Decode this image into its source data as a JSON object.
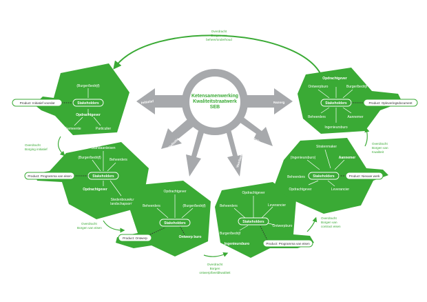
{
  "center": {
    "line1": "Ketensamenwerking",
    "line2": "Kwaliteitstraatwerk",
    "line3": "SEB"
  },
  "arrows": [
    "Initiatief",
    "Nazorg",
    "Definitie",
    "Ontwerp",
    "Voorbereiding",
    "Realisatie"
  ],
  "top_transfer": {
    "l1": "Overdracht",
    "l2": "Borgen van",
    "l3": "beheer/onderhoud"
  },
  "panels": [
    {
      "id": "initiatief",
      "stake": "Stakeholders",
      "roles": [
        "(Burger/bedrijf)",
        "Opdrachtgever",
        "Gemeente",
        "Particulier"
      ],
      "product": "Product: Initiatief voordat"
    },
    {
      "id": "definitie",
      "stake": "Stakeholders",
      "roles": [
        "Standaardeisen",
        "(Burger/bedrijf)",
        "Beheerders",
        "Opdrachtgever",
        "Stedenbouwkundige/",
        "landschapsontwerper"
      ],
      "product": "Product: Programma van eisen"
    },
    {
      "id": "ontwerp",
      "stake": "Stakeholders",
      "roles": [
        "Opdrachtgever",
        "Beheerders",
        "(Burger/bedrijf)",
        "Ontwerp buro"
      ],
      "product": "Product: Ontwerp"
    },
    {
      "id": "voorbereiding",
      "stake": "Stakeholders",
      "roles": [
        "Opdrachtgever",
        "Beheerders",
        "Leverancier",
        "Ontwerpburo",
        "Burger/bedrijf",
        "Ingenieursburo"
      ],
      "product": "Product: Programma van eisen"
    },
    {
      "id": "realisatie",
      "stake": "Stakeholders",
      "roles": [
        "Stratenmaker",
        "(Ingenieursburo)",
        "Aannemer",
        "Beheerders",
        "Opdrachtgever",
        "Leverancier"
      ],
      "product": "Product: Nieuwe werk"
    },
    {
      "id": "nazorg",
      "stake": "Stakeholders",
      "roles": [
        "Opdrachtgever",
        "Ontwerpburo",
        "Burger/bedrijf",
        "Beheerders",
        "Aannemer",
        "Ingenieursburo"
      ],
      "product": "Product: Opleveringsdocument"
    }
  ],
  "transfers": [
    {
      "l1": "Overdracht",
      "l2": "Borging initiatief"
    },
    {
      "l1": "Overdracht",
      "l2": "Borgen van eisen"
    },
    {
      "l1": "Overdracht",
      "l2": "Borgen",
      "l3": "ontwerp/beeldkwaliteit"
    },
    {
      "l1": "Overdracht",
      "l2": "Borgen van",
      "l3": "contract eisen"
    },
    {
      "l1": "Overdracht",
      "l2": "Borgen van",
      "l3": "Kwaliteit"
    }
  ]
}
